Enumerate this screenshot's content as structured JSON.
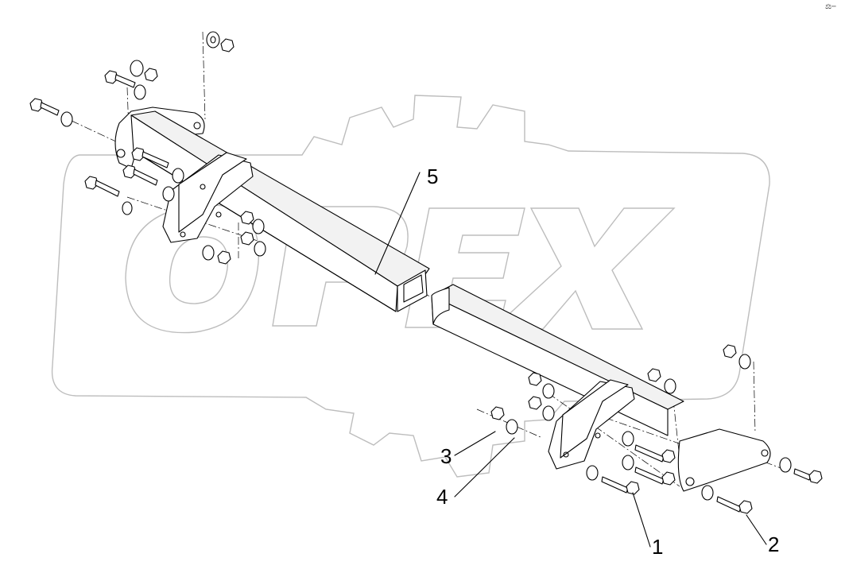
{
  "watermark": {
    "text": "OPEX"
  },
  "corner_mark": "⚖─",
  "callouts": [
    {
      "id": "c1",
      "text": "1"
    },
    {
      "id": "c2",
      "text": "2"
    },
    {
      "id": "c3",
      "text": "3"
    },
    {
      "id": "c4",
      "text": "4"
    },
    {
      "id": "c5",
      "text": "5"
    }
  ]
}
